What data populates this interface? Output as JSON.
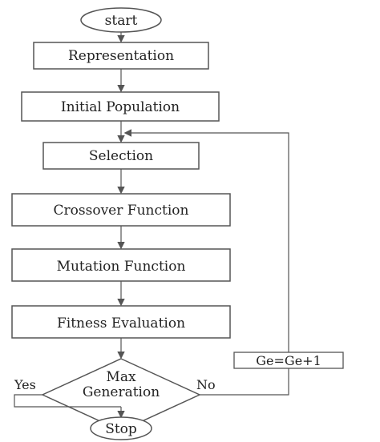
{
  "flowchart": {
    "nodes": {
      "start": "start",
      "representation": "Representation",
      "initial_population": "Initial Population",
      "selection": "Selection",
      "crossover": "Crossover Function",
      "mutation": "Mutation Function",
      "fitness": "Fitness Evaluation",
      "decision_line1": "Max",
      "decision_line2": "Generation",
      "stop": "Stop"
    },
    "edge_labels": {
      "yes": "Yes",
      "no": "No",
      "increment": "Ge=Ge+1"
    },
    "colors": {
      "stroke": "#555555",
      "text": "#222222",
      "background": "#ffffff"
    }
  }
}
